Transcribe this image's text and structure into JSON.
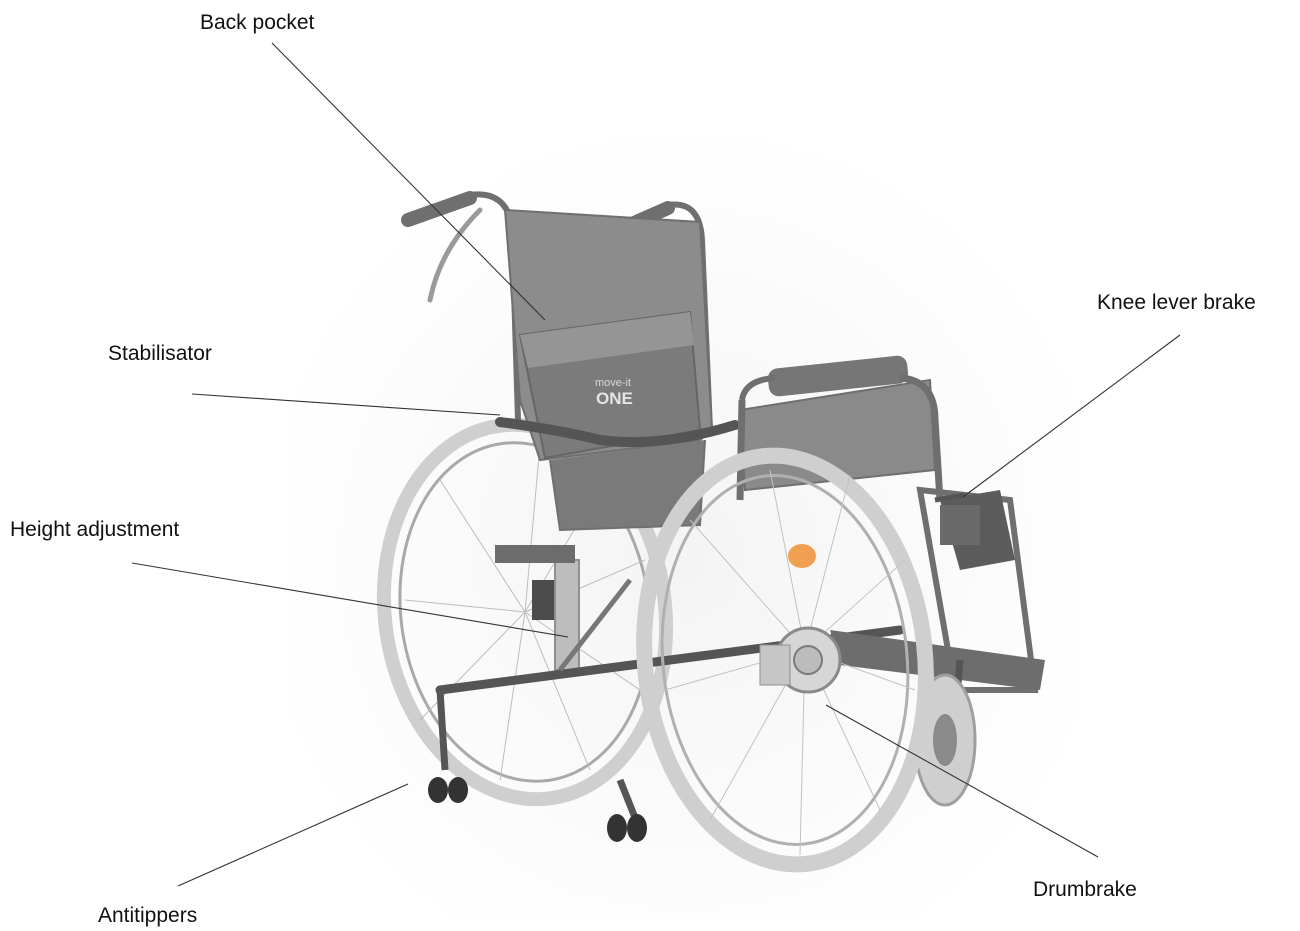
{
  "labels": {
    "back_pocket": "Back pocket",
    "knee_lever_brake": "Knee lever brake",
    "stabilisator": "Stabilisator",
    "height_adjustment": "Height adjustment",
    "antitippers": "Antitippers",
    "drumbrake": "Drumbrake"
  },
  "backrest_logo": {
    "line1": "move-it",
    "line2": "ONE"
  },
  "colors": {
    "text": "#111111",
    "leader_line": "#333333",
    "frame": "#6f6f6f",
    "upholstery": "#8a8a8a",
    "tire": "#c9c9c9",
    "reflector": "#f0a050"
  }
}
